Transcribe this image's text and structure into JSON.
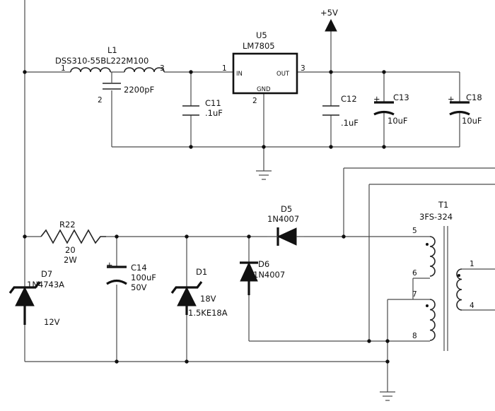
{
  "supply": {
    "label": "+5V"
  },
  "l1": {
    "ref": "L1",
    "part": "DSS310-55BL222M100",
    "pin1": "1",
    "pin2": "2",
    "pin3": "3",
    "cap_value": "2200pF"
  },
  "u5": {
    "ref": "U5",
    "part": "LM7805",
    "in_label": "IN",
    "out_label": "OUT",
    "gnd_label": "GND",
    "pin_in": "1",
    "pin_gnd": "2",
    "pin_out": "3"
  },
  "c11": {
    "ref": "C11",
    "value": ".1uF"
  },
  "c12": {
    "ref": "C12",
    "value": ".1uF"
  },
  "c13": {
    "ref": "C13",
    "value": "10uF",
    "polarity": "+"
  },
  "c18": {
    "ref": "C18",
    "value": "10uF",
    "polarity": "+"
  },
  "r22": {
    "ref": "R22",
    "value": "20",
    "power": "2W"
  },
  "c14": {
    "ref": "C14",
    "value": "100uF",
    "voltage": "50V",
    "polarity": "+"
  },
  "d7": {
    "ref": "D7",
    "part": "1N4743A",
    "voltage": "12V"
  },
  "d1": {
    "ref": "D1",
    "voltage": "18V",
    "part": "1.5KE18A"
  },
  "d5": {
    "ref": "D5",
    "part": "1N4007"
  },
  "d6": {
    "ref": "D6",
    "part": "1N4007"
  },
  "t1": {
    "ref": "T1",
    "part": "3FS-324",
    "pin5": "5",
    "pin6": "6",
    "pin7": "7",
    "pin8": "8",
    "pin1": "1",
    "pin4": "4"
  }
}
